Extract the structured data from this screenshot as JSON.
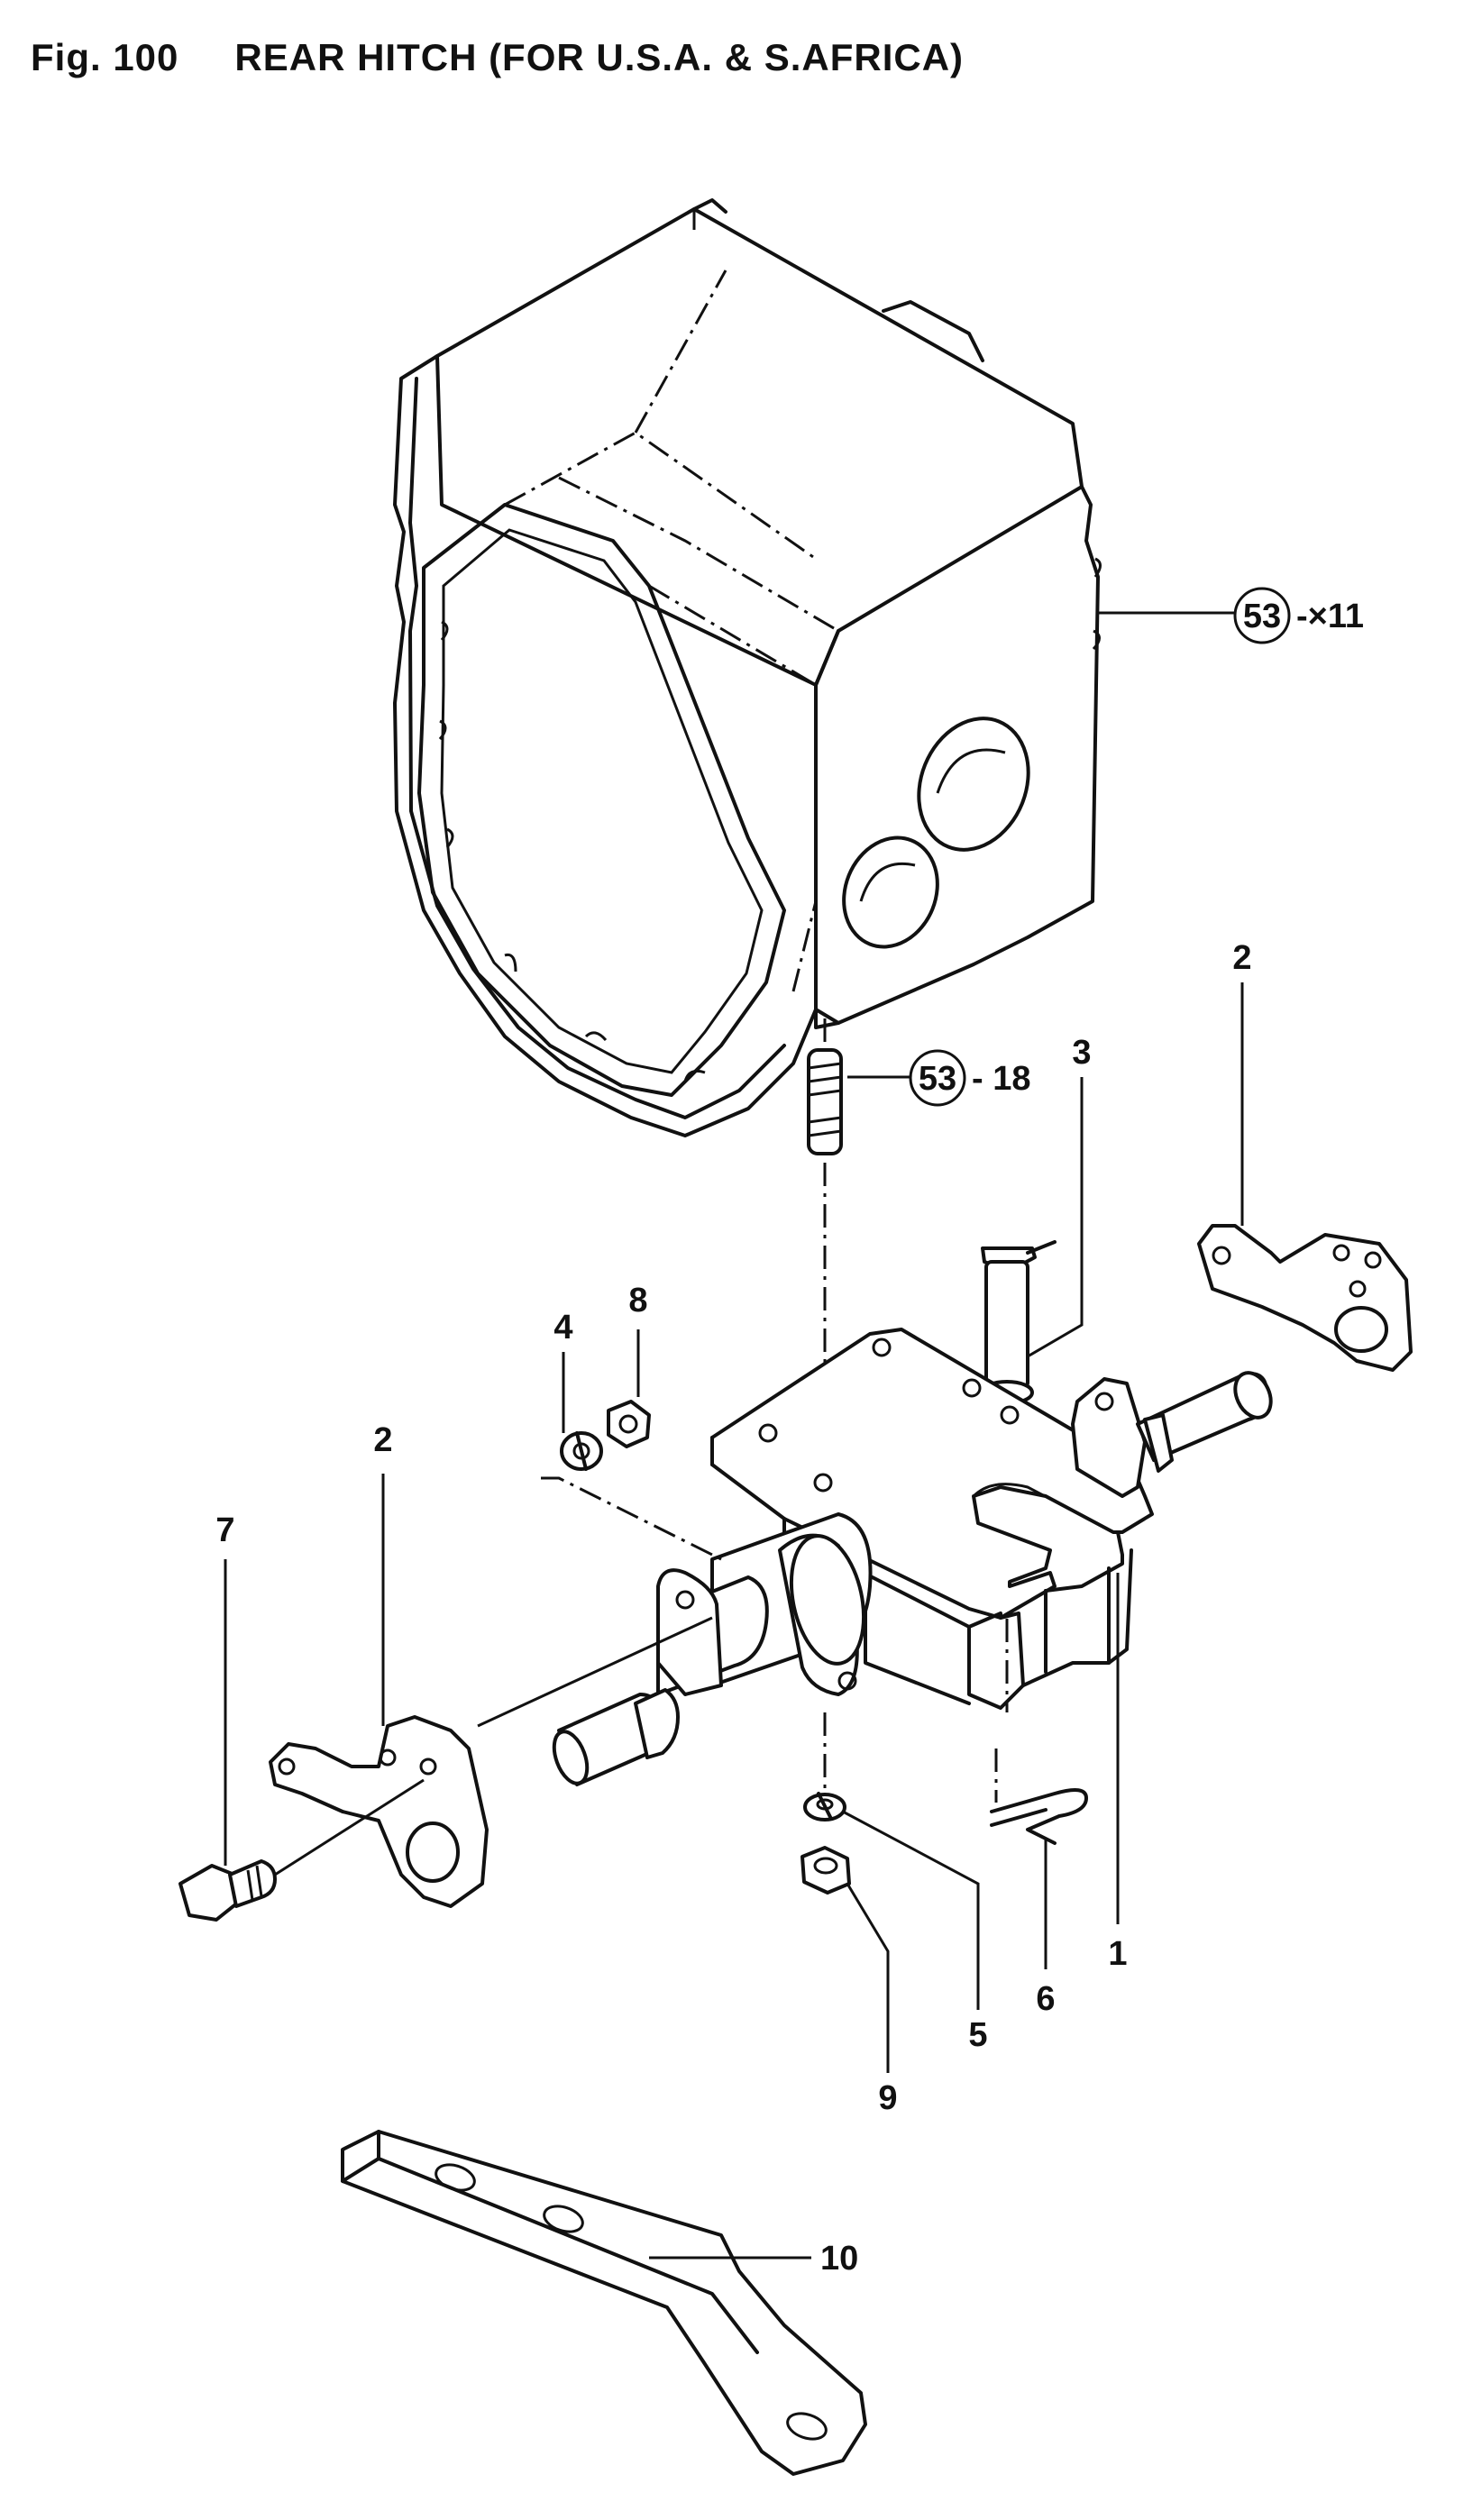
{
  "figure": {
    "number": "Fig. 100",
    "title": "REAR HITCH (FOR U.S.A. & S.AFRICA)"
  },
  "callouts": {
    "c53_x11": {
      "ref": "53",
      "suffix": "-×11"
    },
    "c53_18": {
      "ref": "53",
      "suffix": "- 18"
    },
    "p1": "1",
    "p2_right": "2",
    "p2_left": "2",
    "p3": "3",
    "p4": "4",
    "p5": "5",
    "p6": "6",
    "p7": "7",
    "p8": "8",
    "p9": "9",
    "p10": "10"
  }
}
